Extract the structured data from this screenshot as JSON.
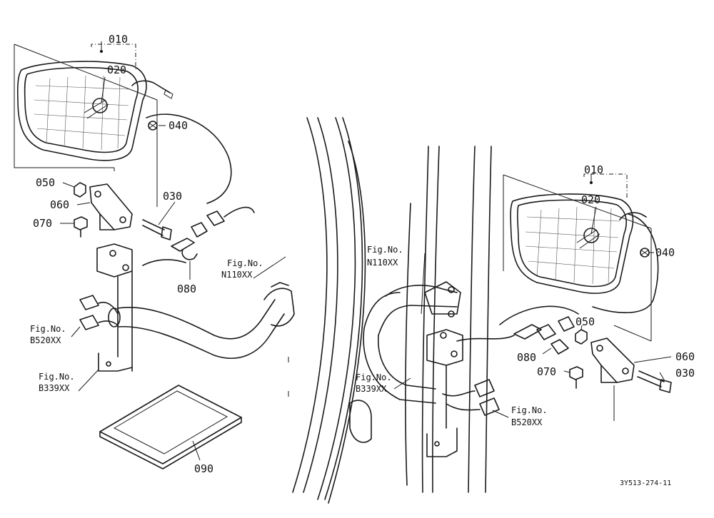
{
  "labels": {
    "left": {
      "p010": "010",
      "p020": "020",
      "p040": "040",
      "p050": "050",
      "p060": "060",
      "p070": "070",
      "p030": "030",
      "p080": "080",
      "p090": "090"
    },
    "right": {
      "p010": "010",
      "p020": "020",
      "p040": "040",
      "p050": "050",
      "p060": "060",
      "p070": "070",
      "p030": "030",
      "p080": "080"
    }
  },
  "figrefs": {
    "left_n110": {
      "line1": "Fig.No.",
      "line2": "N110XX"
    },
    "left_b520": {
      "line1": "Fig.No.",
      "line2": "B520XX"
    },
    "left_b339": {
      "line1": "Fig.No.",
      "line2": "B339XX"
    },
    "right_n110": {
      "line1": "Fig.No.",
      "line2": "N110XX"
    },
    "right_b339": {
      "line1": "Fig.No.",
      "line2": "B339XX"
    },
    "right_b520": {
      "line1": "Fig.No.",
      "line2": "B520XX"
    }
  },
  "drawing_code": "3Y513-274-11"
}
